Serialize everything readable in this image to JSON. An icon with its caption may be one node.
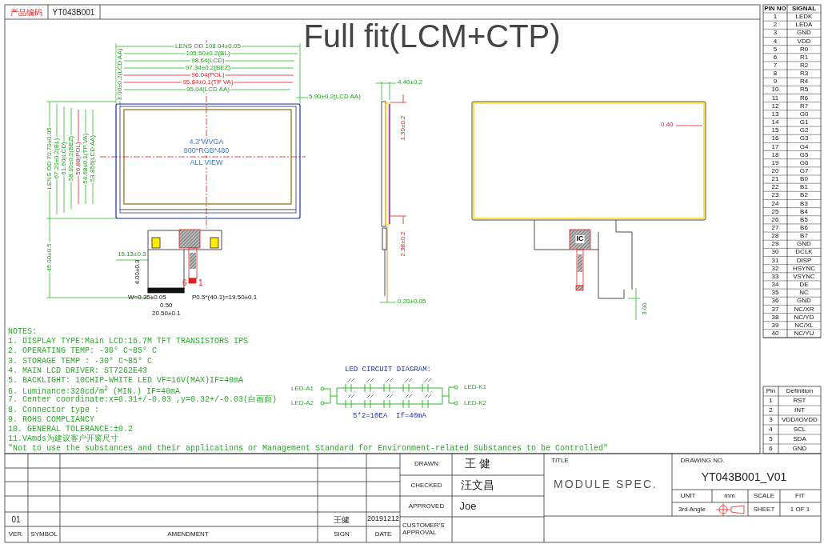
{
  "diagram": {
    "title": "Full fit(LCM+CTP)",
    "labels": [
      "产品编码",
      "YT043B001",
      "PIN NO",
      "SIGNAL",
      "1",
      "LEDK",
      "2",
      "LEDA",
      "3",
      "GND",
      "4",
      "VDD",
      "5",
      "R0",
      "6",
      "R1",
      "7",
      "R2",
      "8",
      "R3",
      "9",
      "R4",
      "10",
      "R5",
      "11",
      "R6",
      "12",
      "R7",
      "13",
      "G0",
      "14",
      "G1",
      "15",
      "G2",
      "16",
      "G3",
      "17",
      "G4",
      "18",
      "G5",
      "19",
      "G6",
      "20",
      "G7",
      "21",
      "B0",
      "22",
      "B1",
      "23",
      "B2",
      "24",
      "B3",
      "25",
      "B4",
      "26",
      "B5",
      "27",
      "B6",
      "28",
      "B7",
      "29",
      "GND",
      "30",
      "DCLK",
      "31",
      "DISP",
      "32",
      "HSYNC",
      "33",
      "VSYNC",
      "34",
      "DE",
      "35",
      "NC",
      "36",
      "GND",
      "37",
      "NC/XR",
      "38",
      "NC/YD",
      "39",
      "NC/XL",
      "40",
      "NC/YU",
      "LENS OD 108.04±0.05",
      "105.50±0.2(BL)",
      "98.64(LCD)",
      "97.34±0.2(BEZ)",
      "96.04(POL)",
      "95.84±0.1(TP VA)",
      "95.04(LCD AA)",
      "3.00±0.2(LCD AA)",
      "5.90±0.2(LCD AA)",
      "LENS OD 70.70±0.05",
      "67.20±0.2(BL)",
      "61.60(LCD)",
      "58.10±0.2(BEZ)",
      "56.88(POL)",
      "54.68±0.1(TP VA)",
      "53.856(LCD AA)",
      "4.3\"WVGA",
      "800*RGB*480",
      "ALL VIEW",
      "45.00±0.5",
      "15.13±0.3",
      "4.00±0.3",
      "6",
      "1",
      "W=0.35±0.05",
      "0.50",
      "P0.5*(40-1)=19.50±0.1",
      "20.50±0.1",
      "4.40±0.2",
      "1.30±0.2",
      "2.38±0.2",
      "0.20±0.05",
      "0.40",
      "IC",
      "3.00",
      "NOTES:",
      "1. DISPLAY TYPE:Main LCD:16.7M TFT TRANSISTORS IPS",
      "2. OPERATING TEMP: -30° C~85° C",
      "3. STORAGE TEMP : -30° C~85° C",
      "4. MAIN LCD DRIVER: ST7262E43",
      "5. BACKLIGHT: 10CHIP-WHITE LED VF=16V(MAX)IF=40mA",
      "6. Luminance:320cd/m$^{2}$ (MIN.) IF=40mA",
      "7. Center coordinate:x=0.31+/-0.03 ,y=0.32+/-0.03(白画面)",
      "8. Connector type :",
      "9. ROHS COMPLIANCY",
      "10. GENERAL TOLERANCE:±0.2",
      "11.VAmds为建议客户开窗尺寸",
      "\"Not to use the substances and their applications or Management Standard for Environment-related Substances to be Controlled\"",
      "LED CIRCUIT DIAGRAM:",
      "LED-A1",
      "LED-K1",
      "LED-A2",
      "LED-K2",
      "5*2=10EA  If=40mA",
      "Pin",
      "Definition",
      "1",
      "RST",
      "2",
      "INT",
      "3",
      "VDD/IOVDD",
      "4",
      "SCL",
      "5",
      "SDA",
      "6",
      "GND",
      "DRAWN",
      "王 健",
      "TITLE",
      "DRAWING NO.",
      "YT043B001_V01",
      "CHECKED",
      "汪文昌",
      "MODULE SPEC.",
      "UNIT",
      "mm",
      "SCALE",
      "FIT",
      "APPROVED",
      "Joe",
      "3rd Angle",
      "SHEET",
      "1 OF 1",
      "01",
      "王健",
      "20191212",
      "CUSTOMER'S APPROVAL",
      "VER.",
      "SYMBOL",
      "AMENDMENT",
      "SIGN",
      "DATE"
    ]
  }
}
